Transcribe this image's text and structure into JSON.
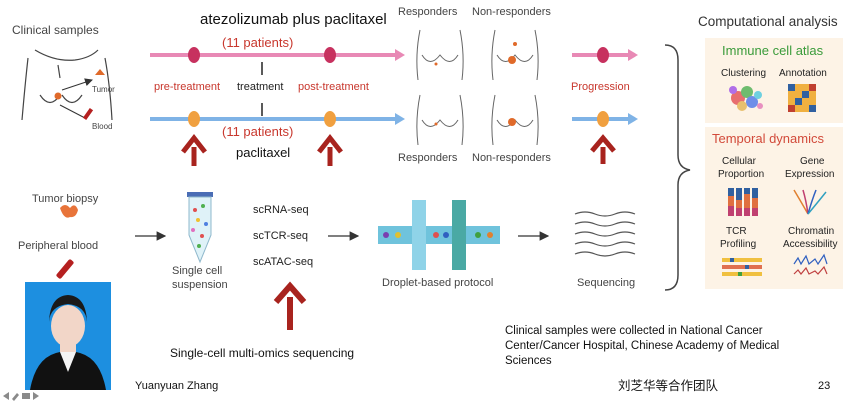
{
  "slide": {
    "page_number": "23",
    "presenter": "Yuanyuan Zhang",
    "team_credit": "刘芝华等合作团队",
    "bottom_note_lines": [
      "Clinical samples were collected in National Cancer",
      "Center/Cancer Hospital, Chinese Academy of Medical",
      "Sciences"
    ]
  },
  "study_design": {
    "clinical_samples_label": "Clinical samples",
    "tumor_label": "Tumor",
    "blood_label": "Blood",
    "arm1_title": "atezolizumab plus paclitaxel",
    "arm1_patients": "(11 patients)",
    "arm2_patients": "(11 patients)",
    "arm2_title": "paclitaxel",
    "pre_treatment": "pre-treatment",
    "treatment": "treatment",
    "post_treatment": "post-treatment",
    "responders_top": "Responders",
    "non_responders_top": "Non-responders",
    "responders_bottom": "Responders",
    "non_responders_bottom": "Non-responders",
    "progression": "Progression"
  },
  "pipeline": {
    "tumor_biopsy": "Tumor biopsy",
    "peripheral_blood": "Peripheral blood",
    "single_cell_suspension": [
      "Single cell",
      "suspension"
    ],
    "methods": [
      "scRNA-seq",
      "scTCR-seq",
      "scATAC-seq"
    ],
    "multiomics_caption": "Single-cell multi-omics sequencing",
    "droplet_protocol": "Droplet-based protocol",
    "sequencing": "Sequencing"
  },
  "analysis": {
    "title": "Computational analysis",
    "atlas_title": "Immune cell atlas",
    "clustering": "Clustering",
    "annotation": "Annotation",
    "temporal_title": "Temporal dynamics",
    "cellular_proportion": [
      "Cellular",
      "Proportion"
    ],
    "gene_expression": [
      "Gene",
      "Expression"
    ],
    "tcr_profiling": [
      "TCR",
      "Profiling"
    ],
    "chromatin_accessibility": [
      "Chromatin",
      "Accessibility"
    ],
    "colors": {
      "atlas_green": "#3a9b3a",
      "temporal_red": "#d24a3a",
      "panel_bg": "#fdf3e6"
    }
  },
  "colors": {
    "arm1_line": "#e889b5",
    "arm1_dot": "#c7315f",
    "arm2_line": "#7fb3e6",
    "arm2_dot": "#f0a040",
    "arrow_red": "#a8231e",
    "red_text": "#c8372d"
  },
  "player_controls": [
    "prev-icon",
    "edit-icon",
    "menu-icon",
    "next-icon"
  ]
}
